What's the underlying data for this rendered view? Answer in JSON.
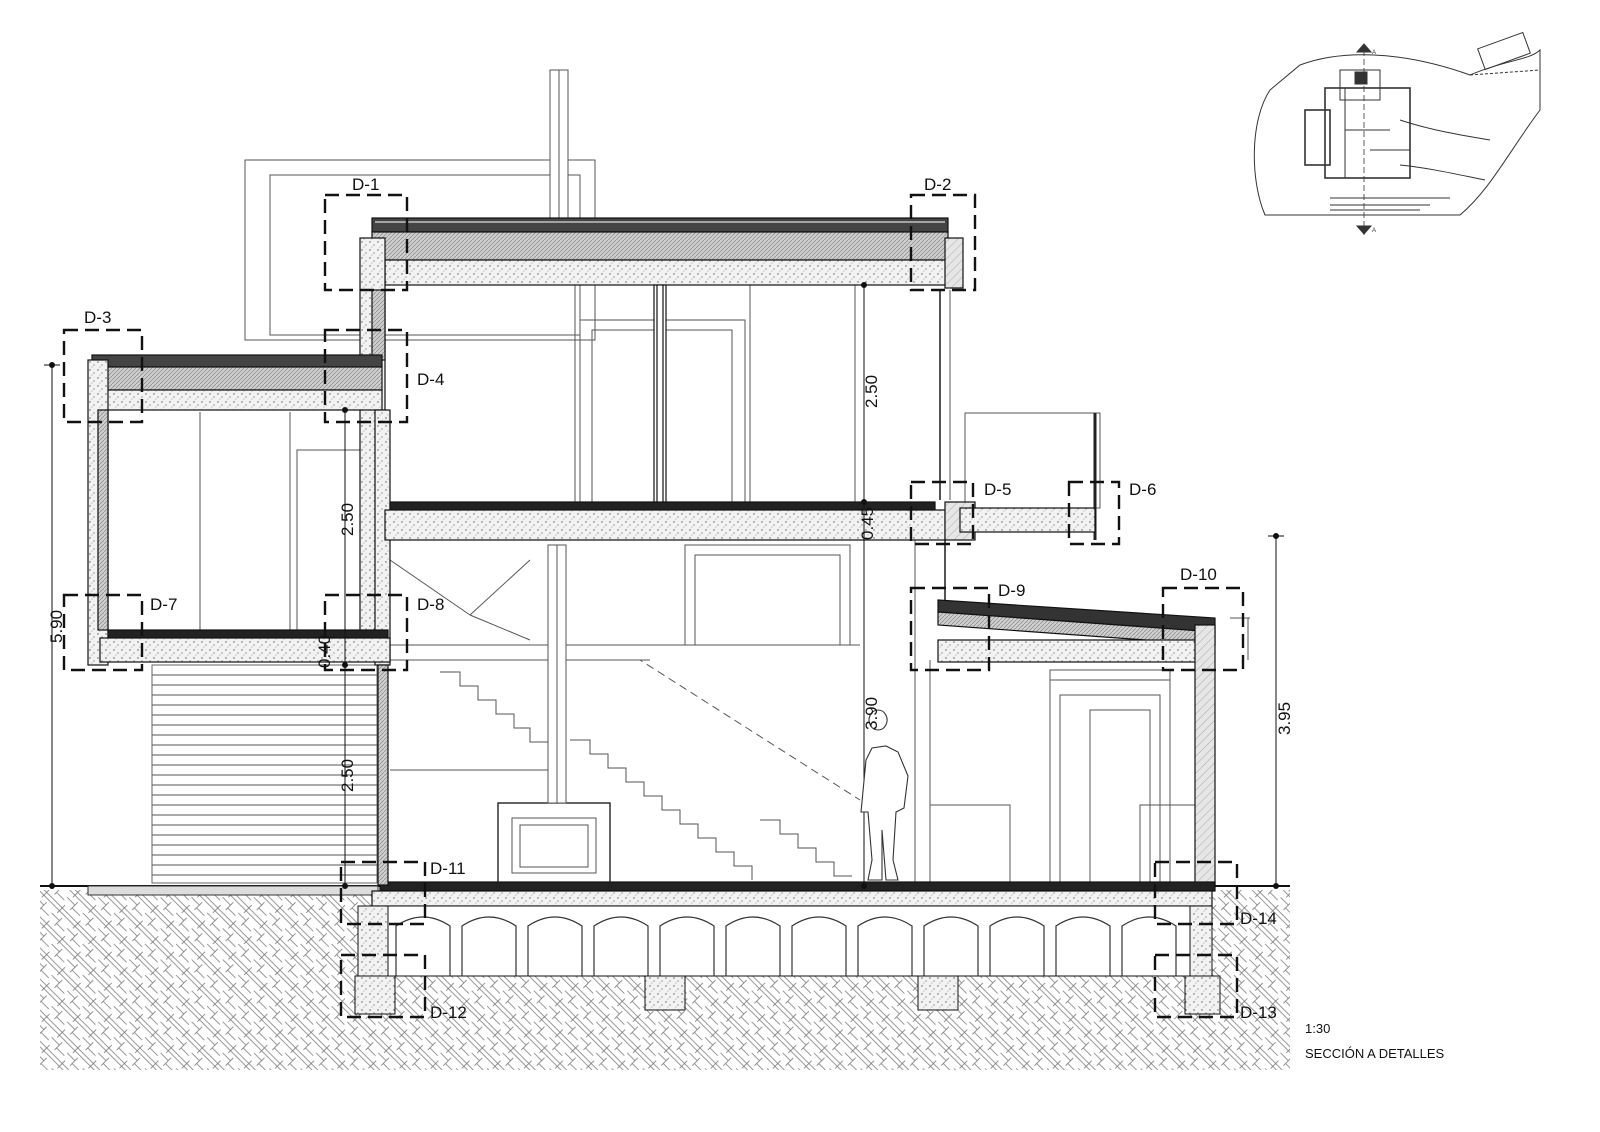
{
  "details": [
    {
      "id": "d1",
      "label": "D-1"
    },
    {
      "id": "d2",
      "label": "D-2"
    },
    {
      "id": "d3",
      "label": "D-3"
    },
    {
      "id": "d4",
      "label": "D-4"
    },
    {
      "id": "d5",
      "label": "D-5"
    },
    {
      "id": "d6",
      "label": "D-6"
    },
    {
      "id": "d7",
      "label": "D-7"
    },
    {
      "id": "d8",
      "label": "D-8"
    },
    {
      "id": "d9",
      "label": "D-9"
    },
    {
      "id": "d10",
      "label": "D-10"
    },
    {
      "id": "d11",
      "label": "D-11"
    },
    {
      "id": "d12",
      "label": "D-12"
    },
    {
      "id": "d13",
      "label": "D-13"
    },
    {
      "id": "d14",
      "label": "D-14"
    }
  ],
  "dimensions": {
    "upper_height": "2.50",
    "mid_height": "2.50",
    "ground_height": "2.50",
    "slab": "0.45",
    "slab_left": "0.40",
    "total_left": "5.90",
    "void_height": "3.90",
    "right_total": "3.95"
  },
  "drawing": {
    "scale": "1:30",
    "title": "SECCIÓN A DETALLES"
  },
  "key_plan": {
    "cut_mark": "A"
  }
}
